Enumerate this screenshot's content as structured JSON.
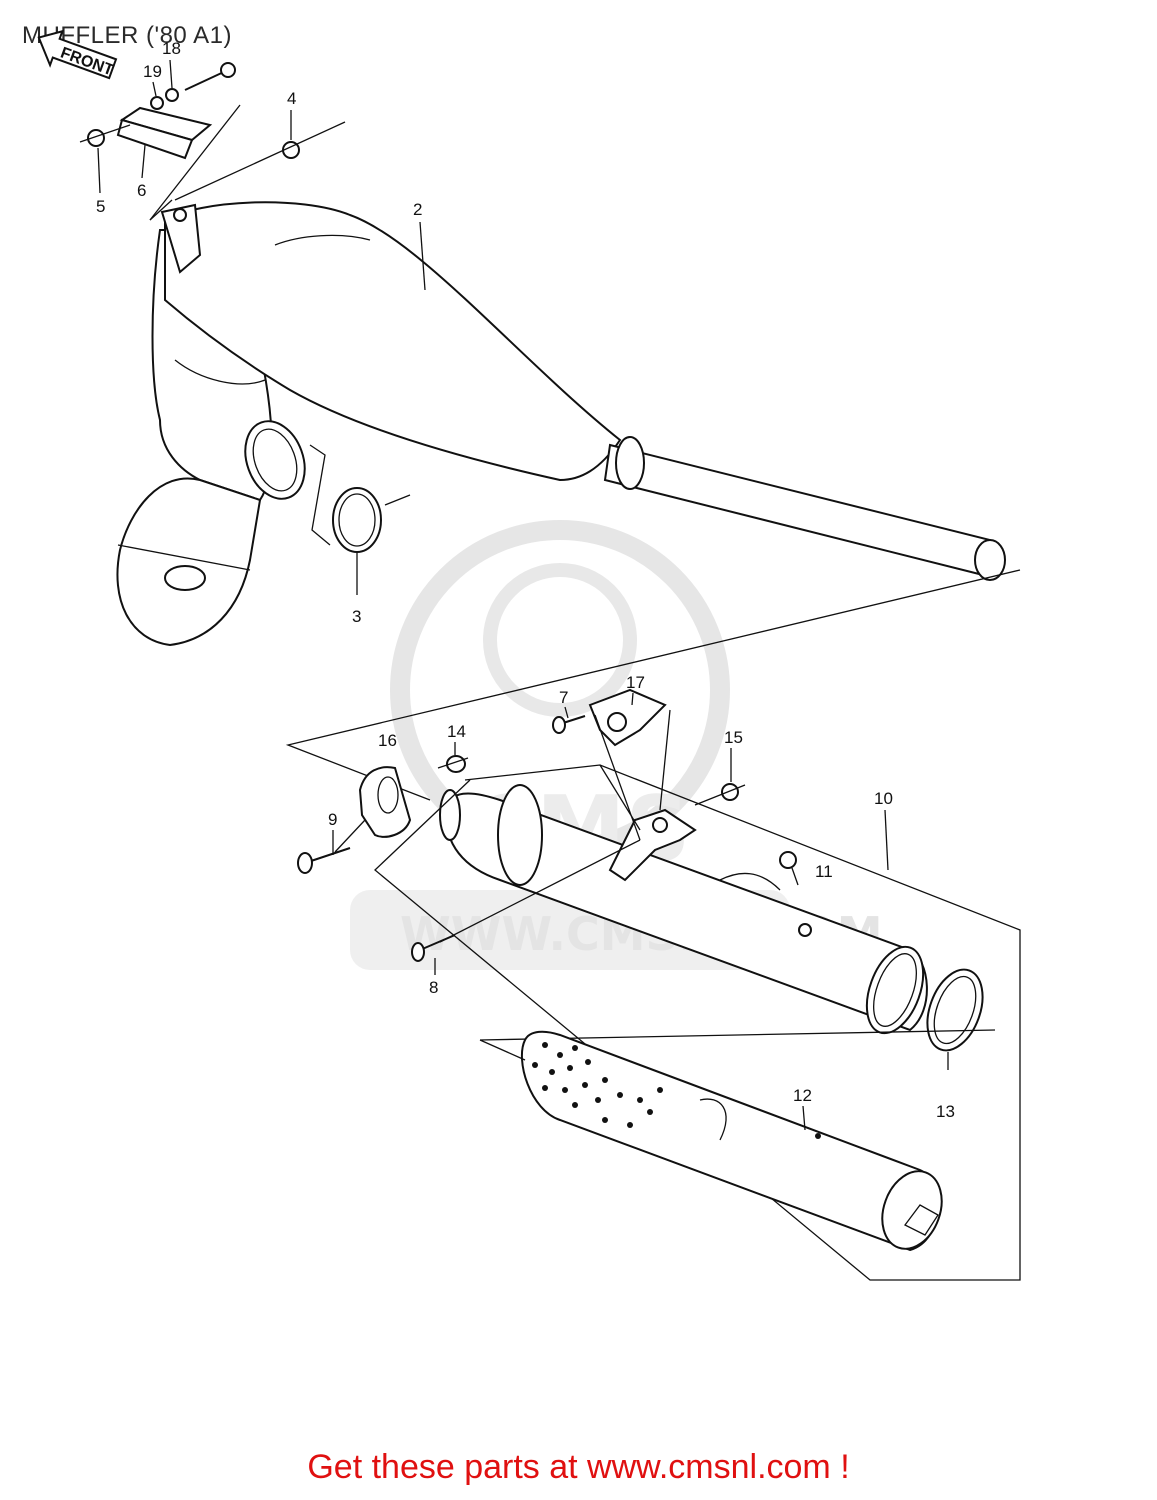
{
  "title": "MUFFLER ('80 A1)",
  "front_arrow_label": "FRONT",
  "callouts": [
    "2",
    "3",
    "4",
    "5",
    "6",
    "7",
    "8",
    "9",
    "10",
    "11",
    "12",
    "13",
    "14",
    "15",
    "16",
    "17",
    "18",
    "19"
  ],
  "watermark": {
    "brand": "CMS",
    "url": "WWW.CMSNL.COM"
  },
  "footer": {
    "text": "Get these parts at www.cmsnl.com !"
  }
}
